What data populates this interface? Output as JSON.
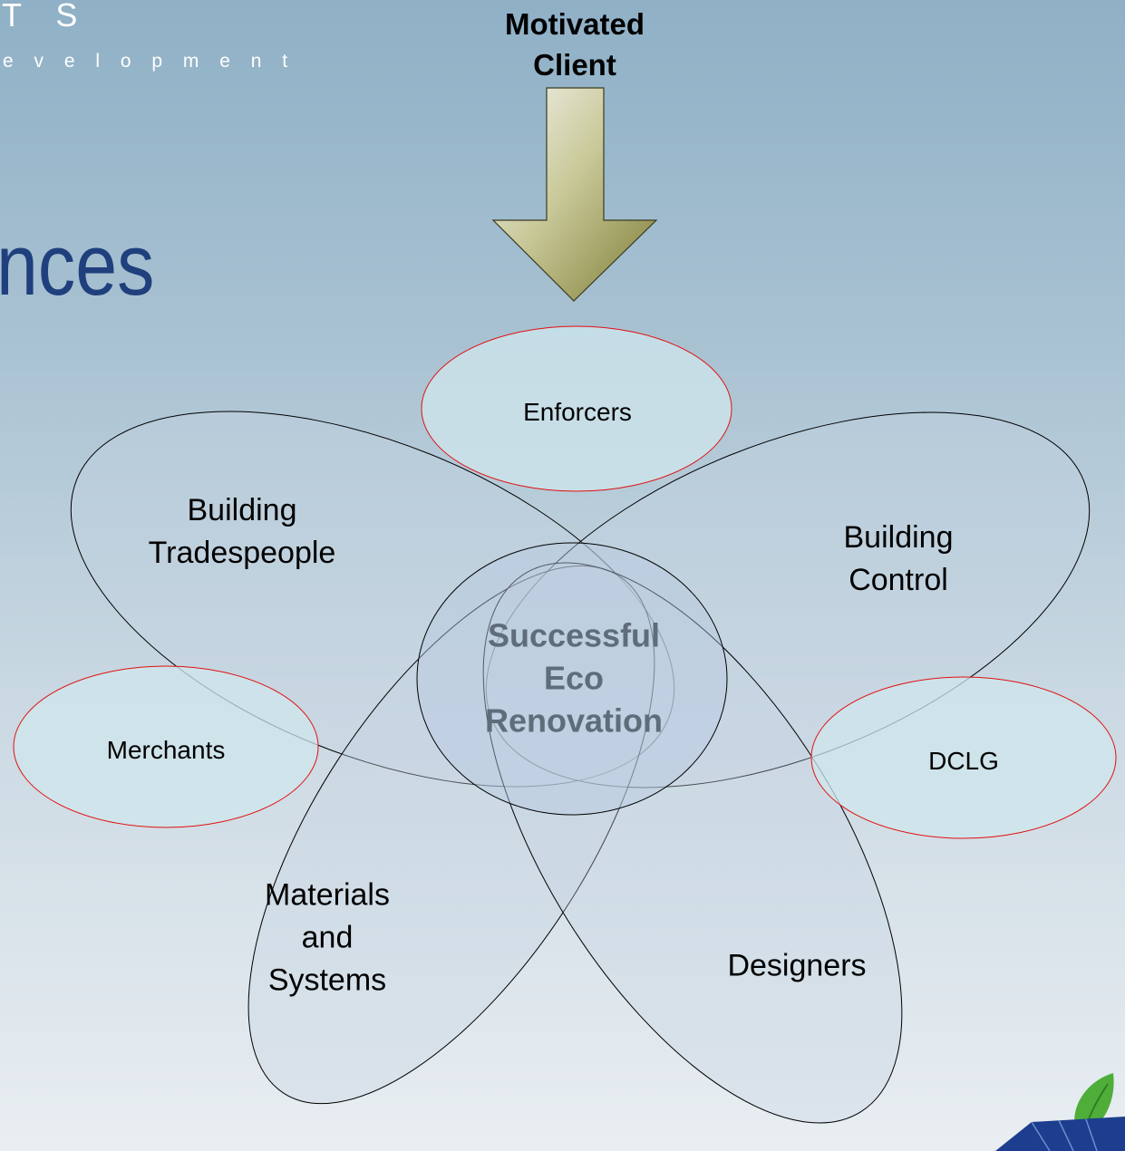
{
  "header": {
    "brand_letters": "T S",
    "brand_tagline": "e v e l o p m e n t",
    "title_fragment": "nces"
  },
  "diagram": {
    "input_label": "Motivated Client",
    "center_label": "Successful Eco Renovation",
    "petals": [
      {
        "key": "tradespeople",
        "label": "Building Tradespeople"
      },
      {
        "key": "control",
        "label": "Building Control"
      },
      {
        "key": "materials",
        "label": "Materials and Systems"
      },
      {
        "key": "designers",
        "label": "Designers"
      }
    ],
    "enforcers": [
      "Enforcers",
      "Merchants",
      "DCLG"
    ]
  },
  "colors": {
    "petal_stroke": "#000000",
    "enforcer_stroke": "#e01010",
    "enforcer_fill": "#cfe6ec",
    "arrow_fill": "#9a9a4e",
    "title": "#1f3f7d",
    "center_text": "#5f6c7a"
  }
}
